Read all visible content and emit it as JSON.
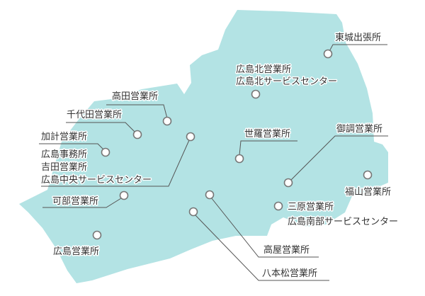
{
  "colors": {
    "region": "#b3e3e4",
    "marker_fill": "#ffffff",
    "marker_stroke": "#777777",
    "text": "#333333"
  },
  "offices": [
    {
      "id": "tojo",
      "lines": [
        "東城出張所"
      ]
    },
    {
      "id": "hiroshima-kita",
      "lines": [
        "広島北営業所",
        "広島北サービスセンター"
      ]
    },
    {
      "id": "takata",
      "lines": [
        "高田営業所"
      ]
    },
    {
      "id": "chiyoda",
      "lines": [
        "千代田営業所"
      ]
    },
    {
      "id": "kake",
      "lines": [
        "加計営業所"
      ]
    },
    {
      "id": "hiroshima-central",
      "lines": [
        "広島事務所",
        "吉田営業所",
        "広島中央サービスセンター"
      ]
    },
    {
      "id": "kabe",
      "lines": [
        "可部営業所"
      ]
    },
    {
      "id": "sera",
      "lines": [
        "世羅営業所"
      ]
    },
    {
      "id": "mitsugi",
      "lines": [
        "御調営業所"
      ]
    },
    {
      "id": "fukuyama",
      "lines": [
        "福山営業所"
      ]
    },
    {
      "id": "mihara",
      "lines": [
        "三原営業所",
        "広島南部サービスセンター"
      ]
    },
    {
      "id": "takaya",
      "lines": [
        "高屋営業所"
      ]
    },
    {
      "id": "hachihonmatsu",
      "lines": [
        "八本松営業所"
      ]
    },
    {
      "id": "hiroshima",
      "lines": [
        "広島営業所"
      ]
    }
  ]
}
